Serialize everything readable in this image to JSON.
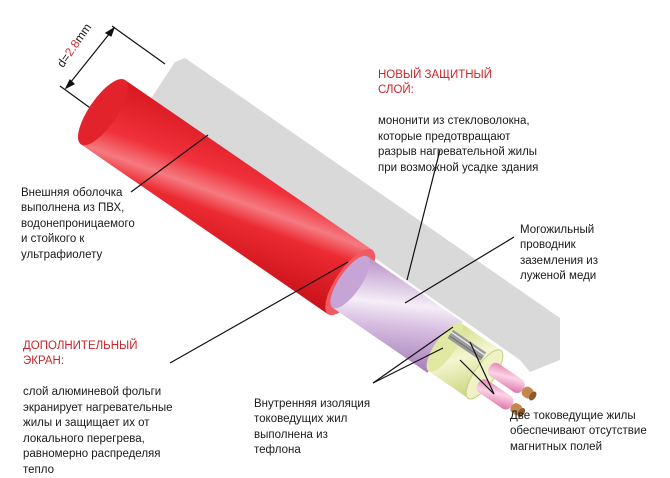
{
  "diagram": {
    "type": "cable-cross-section",
    "subject": "heating cable layers",
    "dimension": {
      "prefix": "d=",
      "value": "2.8",
      "unit": "mm"
    },
    "colors": {
      "outer_sheath": "#e8202a",
      "foil_screen": "#c9a6d6",
      "fiber_layer": "#e4ecac",
      "inner_insulation": "#ee9cc2",
      "copper_core": "#c4884e",
      "shadow": "#d9d9d9",
      "title_red": "#c8262e",
      "text": "#1a1a1a"
    }
  },
  "labels": {
    "outer_sheath": {
      "text": "Внешняя оболочка\nвыполнена из ПВХ,\nводонепроницаемого\nи стойкого к\nультрафиолету"
    },
    "new_protective_layer": {
      "title": "НОВЫЙ ЗАЩИТНЫЙ\nСЛОЙ:",
      "text": "мононити из стекловолокна,\nкоторые предотвращают\nразрыв нагревательной жилы\nпри возможной усадке здания"
    },
    "ground_conductor": {
      "text": "Могожильный\nпроводник\nзаземления из\nлуженой меди"
    },
    "extra_screen": {
      "title": "ДОПОЛНИТЕЛЬНЫЙ\nЭКРАН:",
      "text": "слой алюминевой фольги\nэкранирует нагревательные\nжилы и защищает их от\nлокального перегрева,\nравномерно распределяя\nтепло"
    },
    "inner_insulation": {
      "text": "Внутренняя изоляция\nтоковедущих жил\nвыполнена из\nтефлона"
    },
    "two_cores": {
      "text": "Две токоведущие жилы\nобеспечивают отсутствие\nмагнитных полей"
    }
  }
}
